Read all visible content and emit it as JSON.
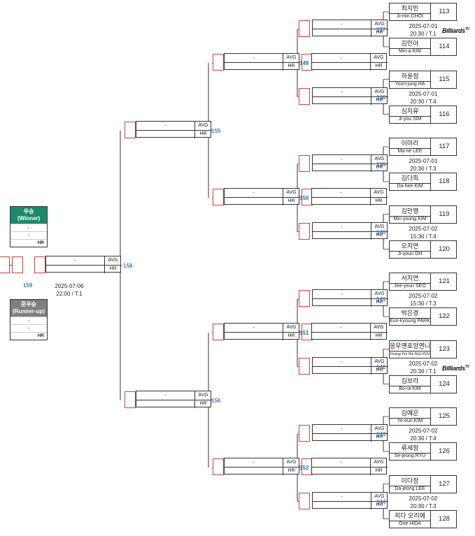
{
  "players": [
    {
      "seed": "113",
      "name": "최지민",
      "en": "Ji-min CHOI"
    },
    {
      "seed": "114",
      "name": "김민아",
      "en": "Min-a KIM"
    },
    {
      "seed": "115",
      "name": "하윤정",
      "en": "Yoon-jung HA"
    },
    {
      "seed": "116",
      "name": "심지유",
      "en": "Ji-you SIM"
    },
    {
      "seed": "117",
      "name": "이마리",
      "en": "Ma-rie LEE"
    },
    {
      "seed": "118",
      "name": "김다희",
      "en": "Da-hee KIM"
    },
    {
      "seed": "119",
      "name": "김민영",
      "en": "Min-young KIM"
    },
    {
      "seed": "120",
      "name": "오지연",
      "en": "Ji-youn OH"
    },
    {
      "seed": "121",
      "name": "서지연",
      "en": "Jee-yeun SEO"
    },
    {
      "seed": "122",
      "name": "박은경",
      "en": "Eun-kyoung PARK"
    },
    {
      "seed": "123",
      "name": "응우옌호앙옌니",
      "en": "Hoang Yen Nhi NGUYEN"
    },
    {
      "seed": "124",
      "name": "김보라",
      "en": "Bo-ra KIM"
    },
    {
      "seed": "125",
      "name": "김예은",
      "en": "Ye-eun KIM"
    },
    {
      "seed": "126",
      "name": "류세정",
      "en": "Se-jeong RYU"
    },
    {
      "seed": "127",
      "name": "이다정",
      "en": "Da-jeong LEE"
    },
    {
      "seed": "128",
      "name": "히다 오리에",
      "en": "Orie HIDA"
    }
  ],
  "r1": [
    {
      "num": "137",
      "date": "2025-07-01",
      "time": "20:30 / T.1",
      "logo": true
    },
    {
      "num": "138",
      "date": "2025-07-01",
      "time": "20:30 / T.4",
      "logo": false
    },
    {
      "num": "139",
      "date": "2025-07-01",
      "time": "20:30 / T.3",
      "logo": false
    },
    {
      "num": "140",
      "date": "2025-07-02",
      "time": "15:30 / T.4",
      "logo": false
    },
    {
      "num": "141",
      "date": "2025-07-02",
      "time": "15:30 / T.3",
      "logo": false
    },
    {
      "num": "142",
      "date": "2025-07-02",
      "time": "20:30 / T.1",
      "logo": true
    },
    {
      "num": "143",
      "date": "2025-07-02",
      "time": "20:30 / T.4",
      "logo": false
    },
    {
      "num": "144",
      "date": "2025-07-02",
      "time": "20:30 / T.3",
      "logo": false
    }
  ],
  "r2": [
    "149",
    "150",
    "151",
    "152"
  ],
  "r3": [
    "155",
    "156"
  ],
  "r4": "158",
  "final": {
    "num": "159",
    "date": "2025-07-06",
    "time": "22:00 / T.1"
  },
  "score": {
    "dash": "-",
    "avg": "AVG",
    "hr": "HR"
  },
  "logo": {
    "text": "Billiards",
    "sup": "TV"
  },
  "winner": {
    "title": "우승",
    "sub": "(Winner)",
    "row1": "-",
    "row2": "-",
    "hr": "HR",
    "color": "#1a8a6a"
  },
  "runnerup": {
    "title": "준우승",
    "sub": "(Runner-up)",
    "row1": "-",
    "row2": "-",
    "hr": "HR",
    "color": "#7f7f7f"
  }
}
